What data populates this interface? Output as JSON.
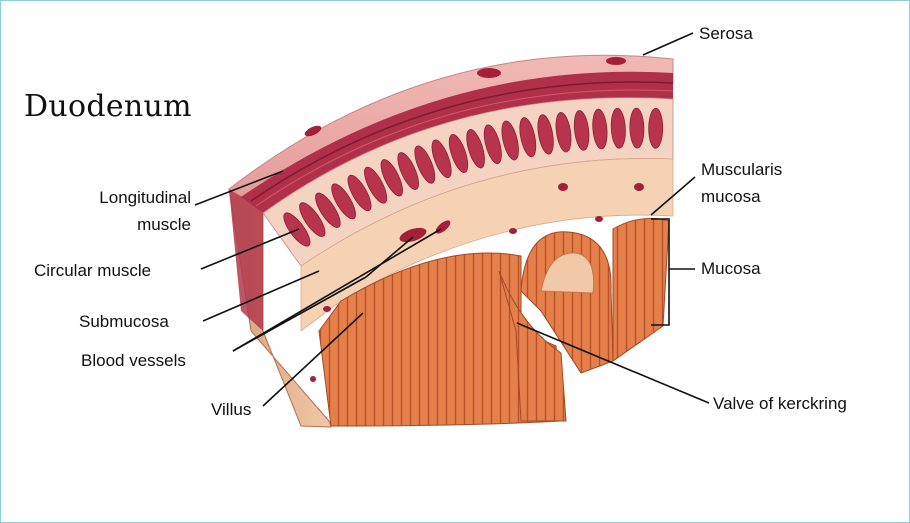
{
  "title": "Duodenum",
  "labels": {
    "serosa": "Serosa",
    "longitudinal_muscle_1": "Longitudinal",
    "longitudinal_muscle_2": "muscle",
    "circular_muscle": "Circular muscle",
    "submucosa": "Submucosa",
    "blood_vessels": "Blood vessels",
    "villus": "Villus",
    "muscularis_mucosa_1": "Muscularis",
    "muscularis_mucosa_2": "mucosa",
    "mucosa": "Mucosa",
    "valve_of_kerckring": "Valve of kerckring"
  },
  "colors": {
    "serosa": "#e8a6a6",
    "muscle": "#b8344c",
    "muscle_dark": "#8e1f36",
    "submucosa": "#f3cdb0",
    "mucosa": "#e7824c",
    "mucosa_dark": "#c85a2a",
    "frame": "#8fd0d8"
  }
}
